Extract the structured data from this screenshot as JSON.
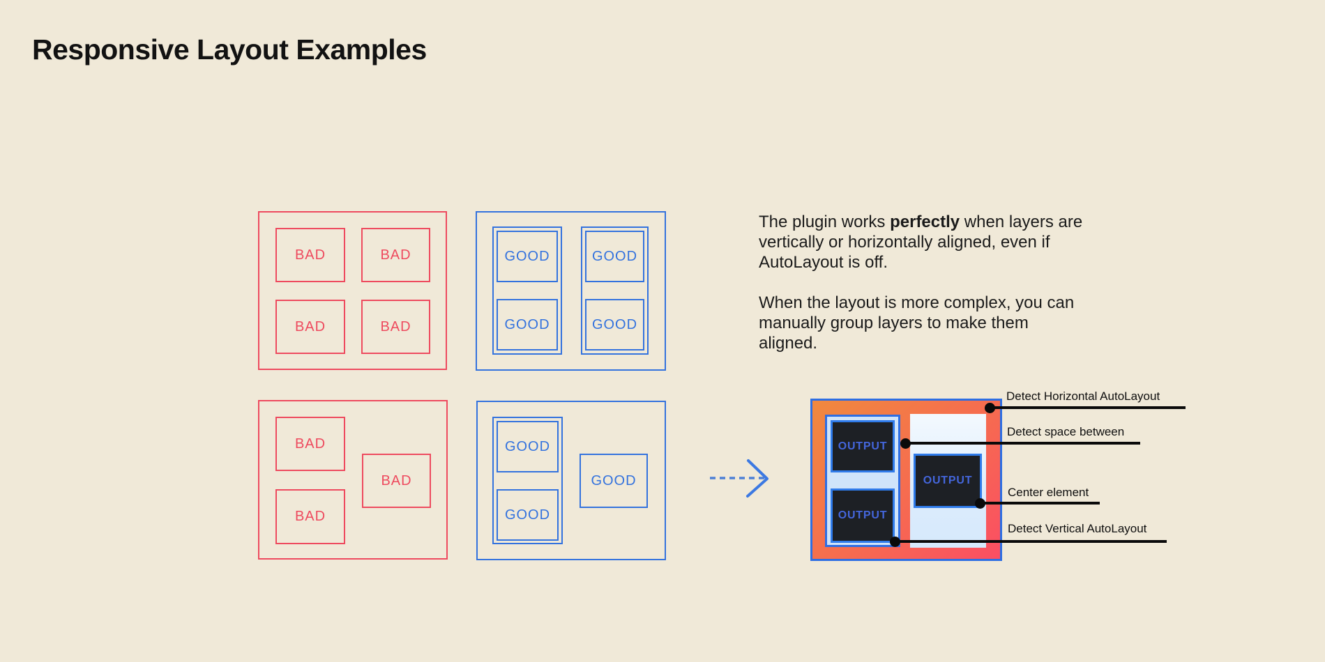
{
  "title": "Responsive Layout Examples",
  "description": {
    "p1_before": "The plugin works ",
    "p1_bold": "perfectly",
    "p1_after": " when layers are vertically or horizontally aligned, even if AutoLayout is off.",
    "p2": "When the layout is more complex, you can manually group layers to make them aligned."
  },
  "examples": {
    "bad_grid": {
      "cells": [
        "BAD",
        "BAD",
        "BAD",
        "BAD"
      ]
    },
    "good_grid": {
      "columns": [
        [
          "GOOD",
          "GOOD"
        ],
        [
          "GOOD",
          "GOOD"
        ]
      ]
    },
    "bad_scatter": {
      "cells": [
        "BAD",
        "BAD",
        "BAD"
      ]
    },
    "good_scatter": {
      "group": [
        "GOOD",
        "GOOD"
      ],
      "single": "GOOD"
    }
  },
  "result": {
    "outputs": [
      "OUTPUT",
      "OUTPUT",
      "OUTPUT"
    ]
  },
  "annotations": [
    {
      "label": "Detect Horizontal AutoLayout"
    },
    {
      "label": "Detect space between"
    },
    {
      "label": "Center element"
    },
    {
      "label": "Detect Vertical AutoLayout"
    }
  ],
  "icons": {
    "arrow": "dashed-arrow-right-icon"
  },
  "colors": {
    "background": "#f0e9d8",
    "bad_red": "#ee4a5e",
    "good_blue": "#3372de",
    "result_border_blue": "#2d6ee3",
    "result_gradient_start": "#f0893e",
    "result_gradient_end": "#fb4e63",
    "group_fill_light_blue": "#cfe4fa",
    "panel_fill_light_blue": "#ddecfc",
    "output_dark": "#1d2025",
    "output_text_blue": "#4466dc",
    "annotation_black": "#0a0a0a",
    "title_black": "#121212"
  }
}
